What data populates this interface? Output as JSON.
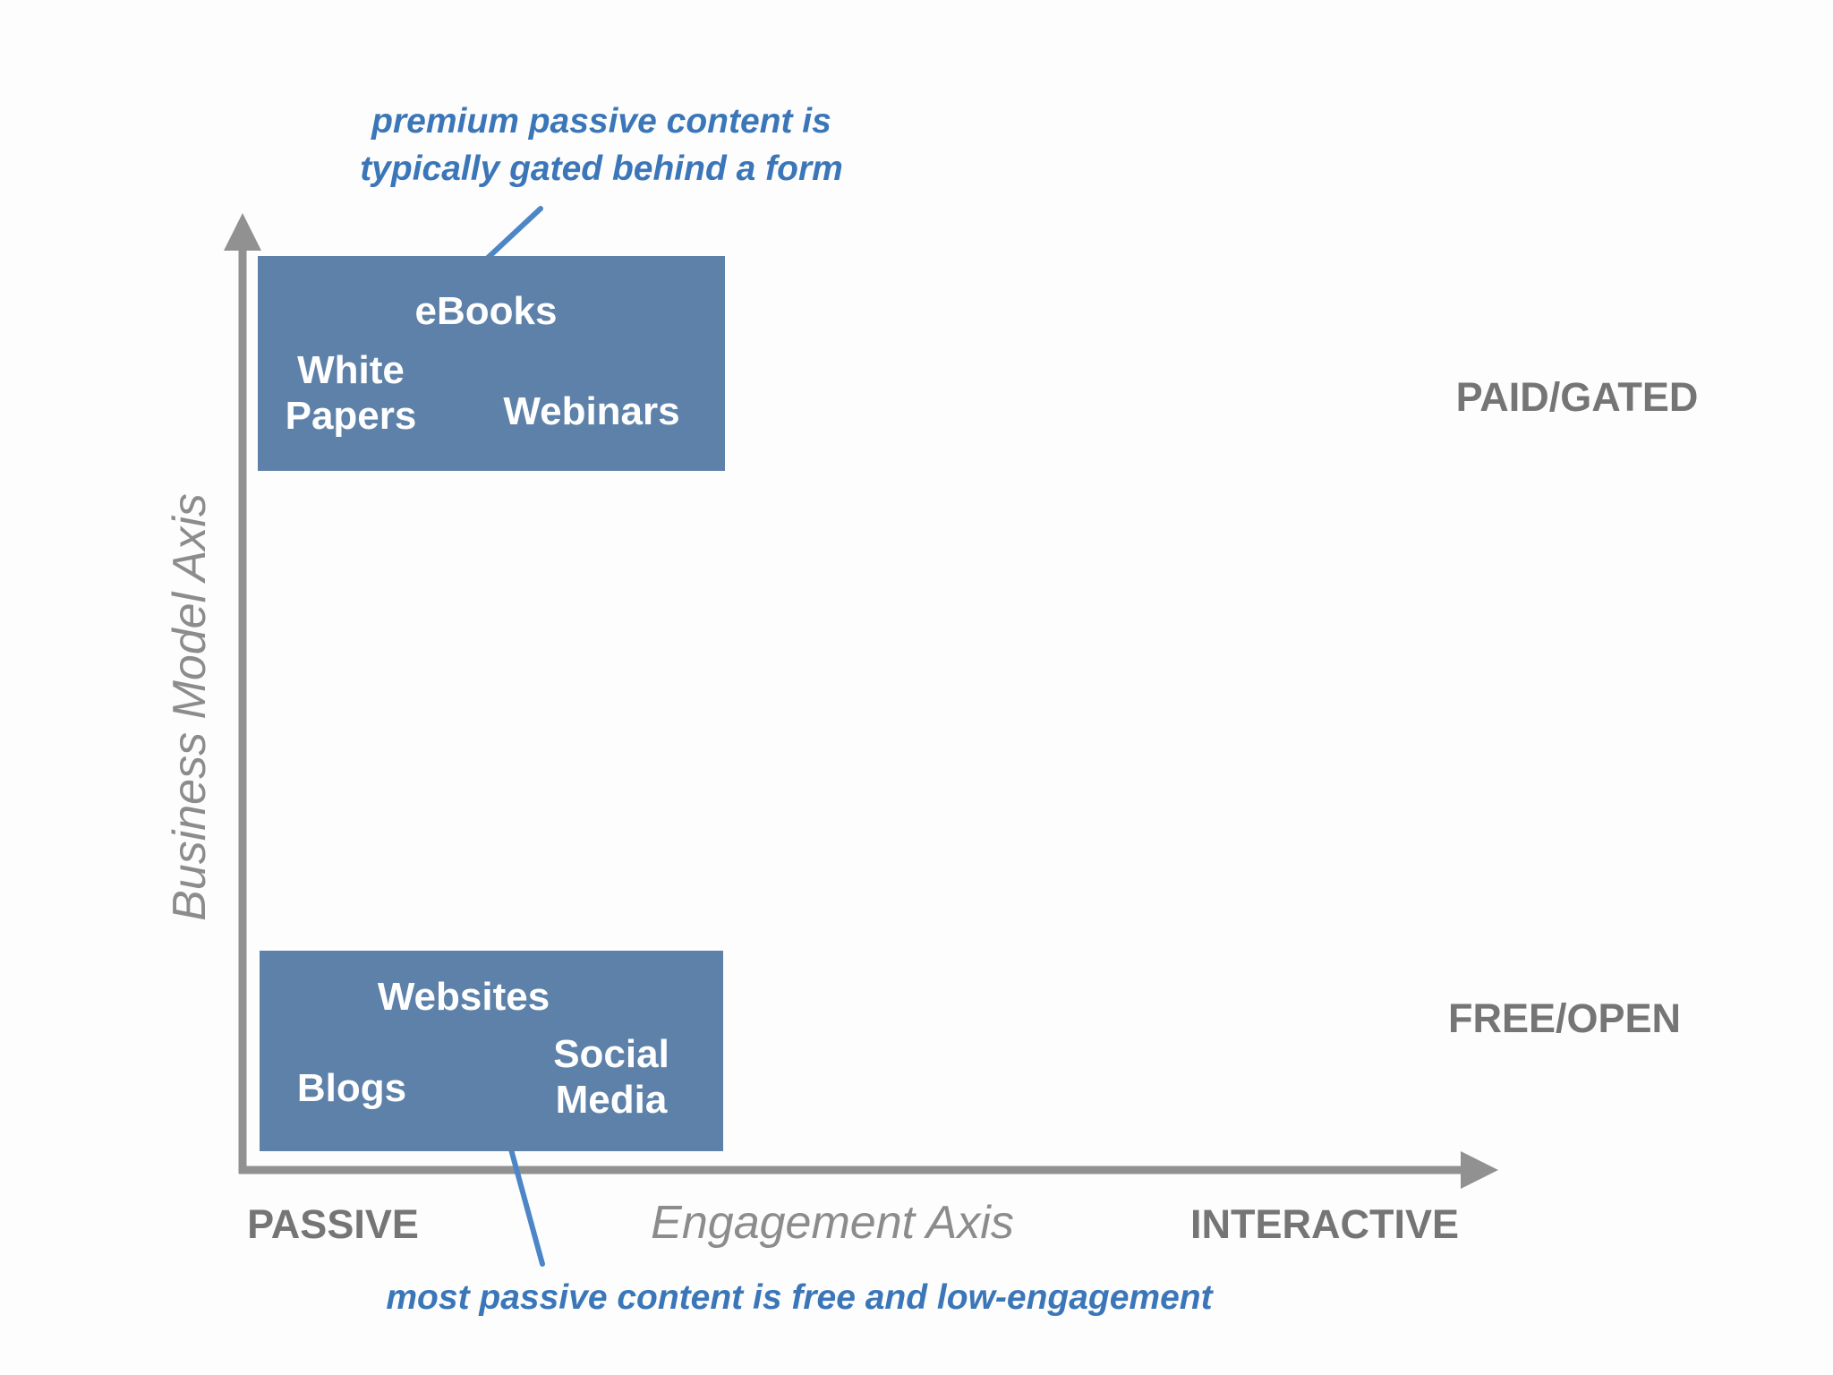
{
  "colors": {
    "box_fill": "#5d81a9",
    "annotation_blue": "#3a76b8",
    "connector_blue": "#4d86c6",
    "axis_gray": "#919191",
    "label_gray": "#757575",
    "axis_label_gray": "#8c8c8c"
  },
  "axes": {
    "y_axis_label": "Business Model Axis",
    "x_axis_label": "Engagement Axis",
    "x_min_label": "PASSIVE",
    "x_max_label": "INTERACTIVE",
    "y_top_label": "PAID/GATED",
    "y_bottom_label": "FREE/OPEN"
  },
  "boxes": {
    "paid_gated": {
      "items": [
        "eBooks",
        "White Papers",
        "Webinars"
      ]
    },
    "free_open": {
      "items": [
        "Websites",
        "Blogs",
        "Social Media"
      ]
    }
  },
  "annotations": {
    "top": {
      "line1": "premium passive content is",
      "line2": "typically gated behind a form"
    },
    "bottom": {
      "text": "most passive content is free and low-engagement"
    }
  }
}
